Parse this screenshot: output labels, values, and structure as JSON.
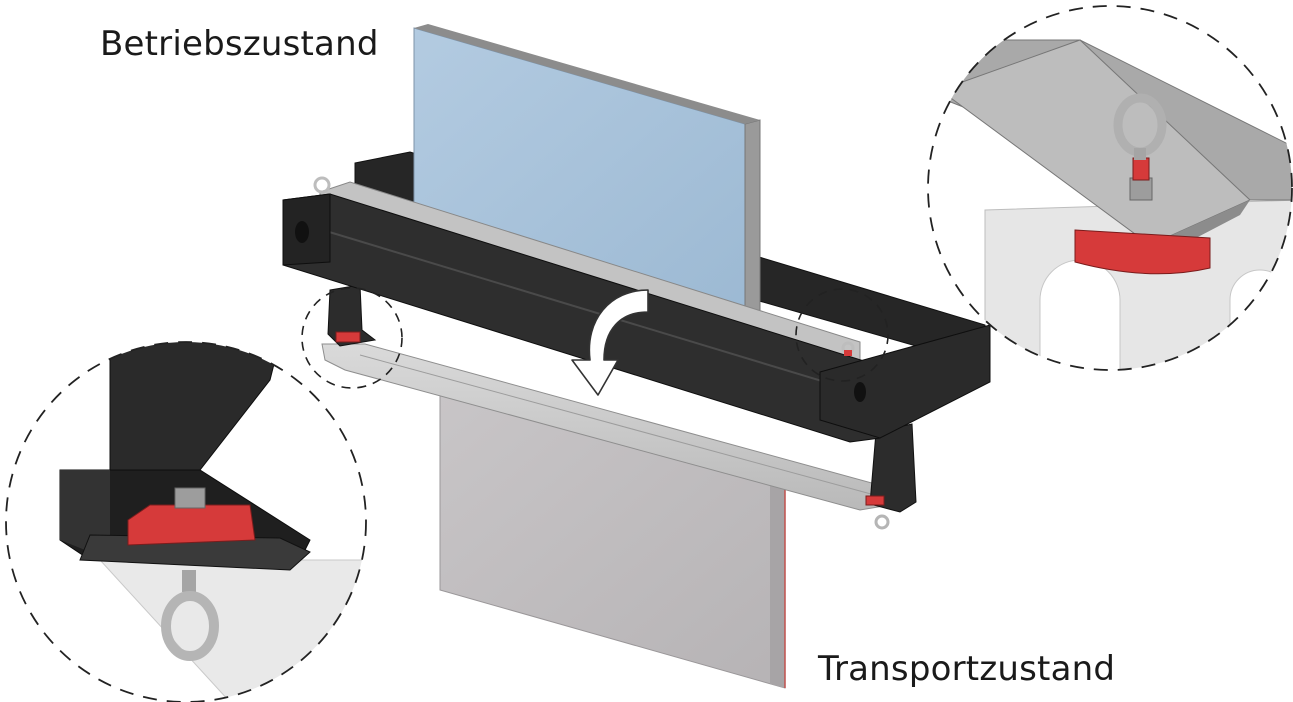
{
  "labels": {
    "operating_state": "Betriebszustand",
    "transport_state": "Transportzustand"
  },
  "colors": {
    "frame_black": "#2b2b2b",
    "panel_blue": "#a7c2da",
    "panel_grey": "#bfbcbe",
    "clamp_red": "#d63a3a",
    "rail_grey": "#c9c9c9"
  },
  "icons": {
    "rotate_arrow": "curved-arrow-icon",
    "detail_left": "detail-magnifier-circle",
    "detail_right": "detail-magnifier-circle"
  }
}
